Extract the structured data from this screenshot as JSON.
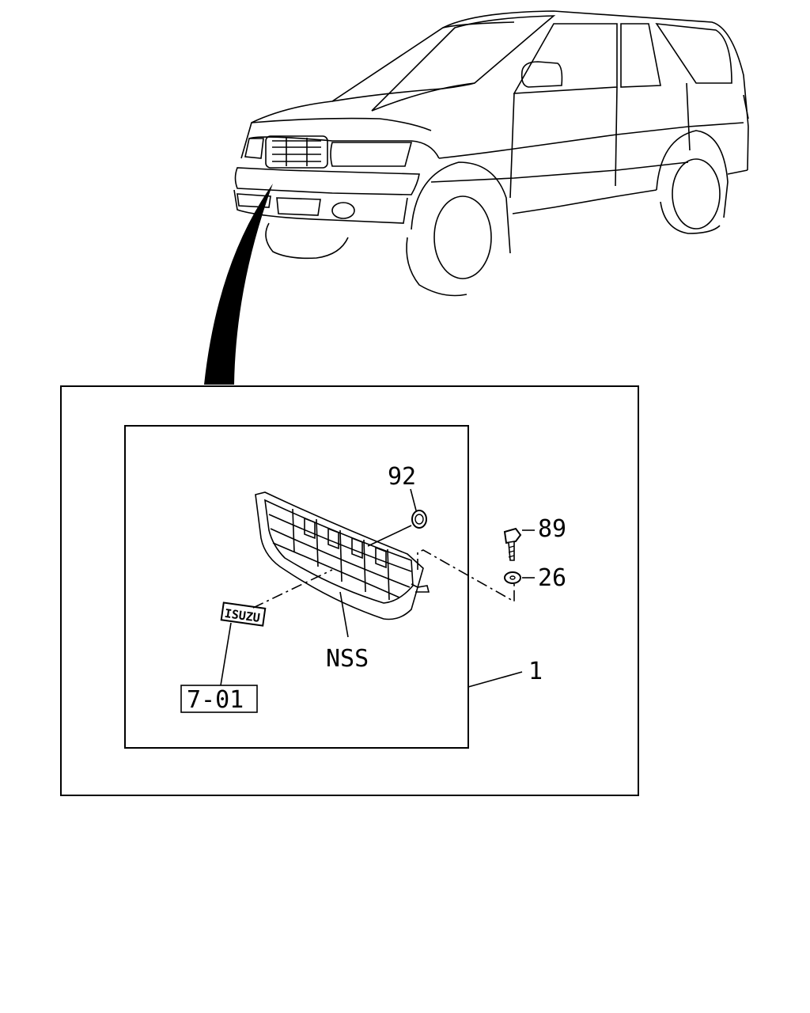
{
  "labels": {
    "bracket_ref": "7-01",
    "part_92": "92",
    "part_89": "89",
    "part_26": "26",
    "nss": "NSS",
    "assembly": "1"
  },
  "emblem_text": "ISUZU",
  "colors": {
    "line": "#000000",
    "background": "#ffffff"
  }
}
